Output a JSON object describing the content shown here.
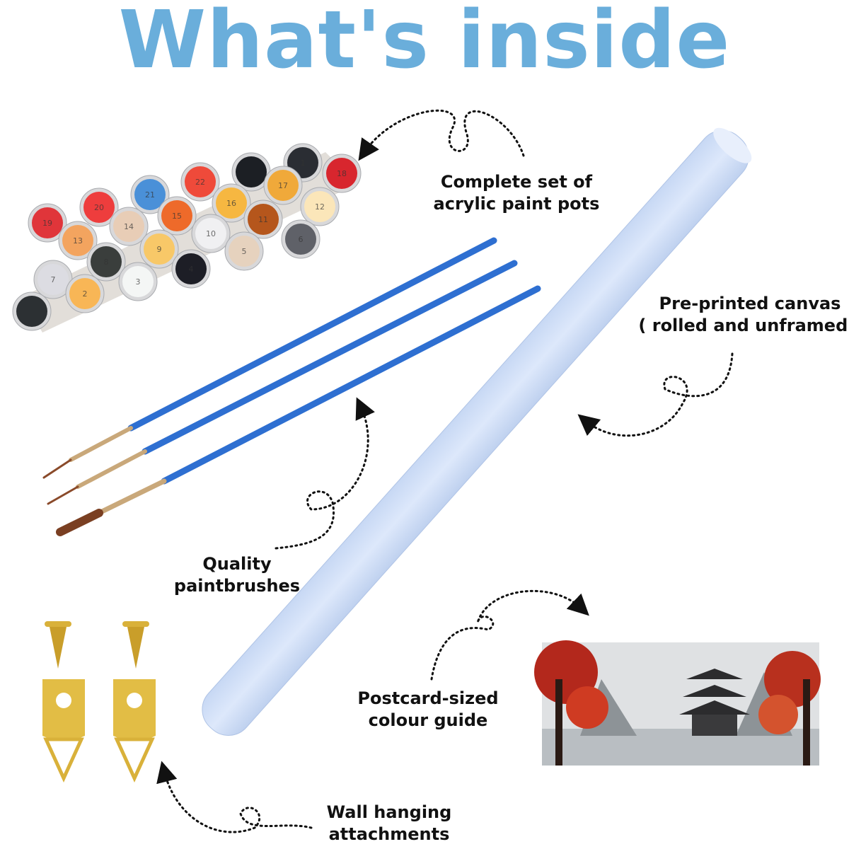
{
  "title": "What's inside",
  "labels": {
    "paint_pots": [
      "Complete set of",
      "acrylic paint pots"
    ],
    "canvas": [
      "Pre-printed canvas",
      "( rolled and unframed )"
    ],
    "brushes": [
      "Quality",
      "paintbrushes"
    ],
    "colour_guide": [
      "Postcard-sized",
      "colour guide"
    ],
    "wall_hanging": [
      "Wall hanging",
      "attachments"
    ]
  },
  "paint_pots": [
    {
      "num": "19",
      "color": "#e0353a"
    },
    {
      "num": "20",
      "color": "#ee3d3d"
    },
    {
      "num": "21",
      "color": "#4a90d8"
    },
    {
      "num": "22",
      "color": "#ef4a3a"
    },
    {
      "num": "",
      "color": "#1c1f24"
    },
    {
      "num": "1",
      "color": "#2a2d33"
    },
    {
      "num": "18",
      "color": "#d8262e"
    },
    {
      "num": "13",
      "color": "#f3a45f"
    },
    {
      "num": "14",
      "color": "#e8cdb6"
    },
    {
      "num": "15",
      "color": "#ee6a2a"
    },
    {
      "num": "16",
      "color": "#f6b741"
    },
    {
      "num": "17",
      "color": "#f0a93a"
    },
    {
      "num": "12",
      "color": "#fbe6b9"
    },
    {
      "num": "7",
      "color": "#dcdce2"
    },
    {
      "num": "8",
      "color": "#3a3e3c"
    },
    {
      "num": "9",
      "color": "#f8c868"
    },
    {
      "num": "10",
      "color": "#f0f0f2"
    },
    {
      "num": "11",
      "color": "#b5561c"
    },
    {
      "num": "6",
      "color": "#5f6168"
    },
    {
      "num": "",
      "color": "#2c3033"
    },
    {
      "num": "2",
      "color": "#f8b656"
    },
    {
      "num": "3",
      "color": "#f4f6f5"
    },
    {
      "num": "4",
      "color": "#1d1e26"
    },
    {
      "num": "5",
      "color": "#e6d2be"
    }
  ],
  "colors": {
    "accent": "#6aaedb",
    "canvas_roll": "#d4e2f8",
    "brush": "#2e6fd1",
    "hardware": "#d9b13a"
  }
}
